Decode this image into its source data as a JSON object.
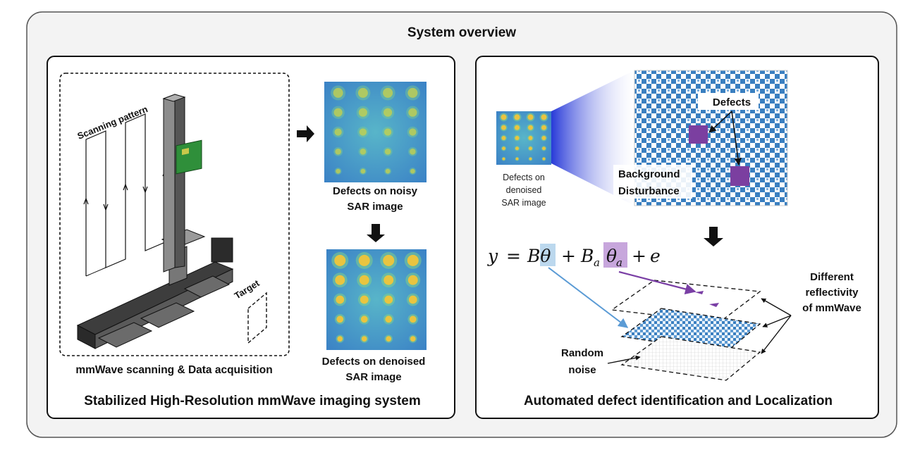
{
  "title": "System overview",
  "left_panel": {
    "caption": "Stabilized High-Resolution mmWave imaging system",
    "scan_box_label": "mmWave scanning & Data acquisition",
    "scanning_pattern_label": "Scanning pattern",
    "target_label": "Target",
    "noisy_caption_line1": "Defects on noisy",
    "noisy_caption_line2": "SAR image",
    "denoised_caption_line1": "Defects on denoised",
    "denoised_caption_line2": "SAR image"
  },
  "right_panel": {
    "caption": "Automated defect identification and Localization",
    "thumb_caption_line1": "Defects on",
    "thumb_caption_line2": "denoised",
    "thumb_caption_line3": "SAR image",
    "defects_label": "Defects",
    "background_line1": "Background",
    "background_line2": "Disturbance",
    "equation": {
      "lhs": "y",
      "eq": "=",
      "term1": "Bθ",
      "plus1": "+",
      "term2_base": "B",
      "term2_sub": "a",
      "term3_base": "θ",
      "term3_sub": "a",
      "plus2": "+",
      "term4": "e"
    },
    "reflectivity_line1": "Different",
    "reflectivity_line2": "reflectivity",
    "reflectivity_line3": "of mmWave",
    "noise_line1": "Random",
    "noise_line2": "noise"
  },
  "colors": {
    "frame_outer": "#f3f3f3",
    "checker_blue": "#3a7fc0",
    "defect_purple": "#7b3fa0",
    "highlight_blue": "#bcd8ee",
    "highlight_purple": "#c7a6dc",
    "arrow_blue": "#5b9bd5",
    "arrow_purple": "#7a3fa5"
  }
}
